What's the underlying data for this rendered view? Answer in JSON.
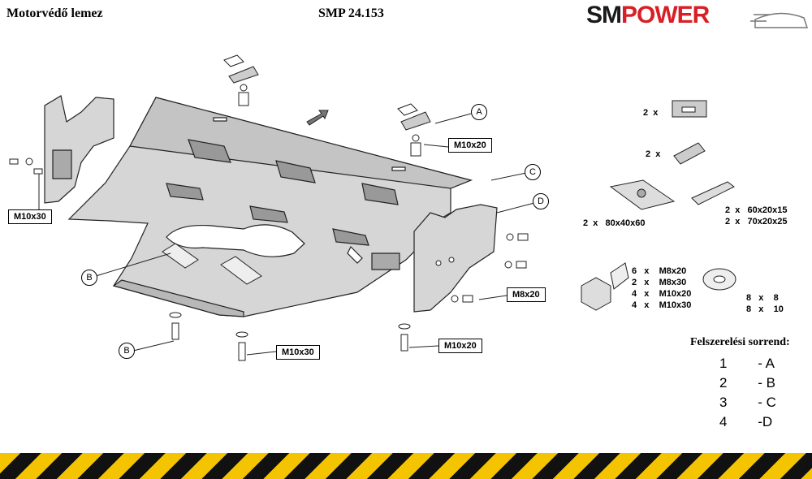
{
  "header": {
    "title": "Motorvédő lemez",
    "code": "SMP 24.153",
    "logo_part1": "SM",
    "logo_part2": "POWER",
    "logo_color1": "#1a1a1a",
    "logo_color2": "#d81f26"
  },
  "callouts": {
    "m10x30_left": "M10x30",
    "m10x20_top": "M10x20",
    "m8x20": "M8x20",
    "m10x30_bottom": "M10x30",
    "m10x20_bottom": "M10x20"
  },
  "labels": {
    "a": "A",
    "b1": "B",
    "b2": "B",
    "c": "C",
    "d": "D"
  },
  "parts": {
    "bracket_qty": "2  x",
    "plate_qty": "2  x",
    "plate_big": "2  x   80x40x60",
    "plate_small": "2  x   60x20x15\n2  x   70x20x25",
    "bolts": "6   x    M8x20\n2   x    M8x30\n4   x    M10x20\n4   x    M10x30",
    "washers": "8   x    8\n8   x    10"
  },
  "order": {
    "title": "Felszerelési sorrend:",
    "rows": [
      "1        - A",
      "2        - B",
      "3        - C",
      "4        -D"
    ]
  },
  "colors": {
    "plate_fill": "#d6d6d6",
    "plate_stroke": "#222222",
    "hazard_yellow": "#f5c400"
  }
}
